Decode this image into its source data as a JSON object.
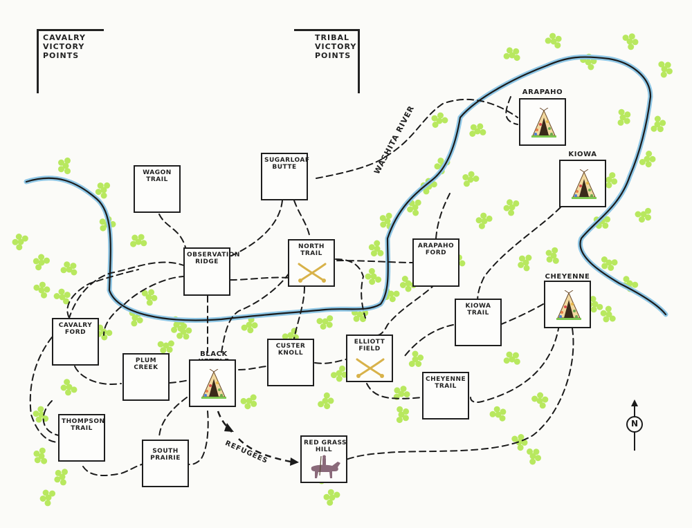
{
  "victory_points": {
    "cavalry": "CAVALRY\nVICTORY\nPOINTS",
    "tribal": "TRIBAL\nVICTORY\nPOINTS"
  },
  "map_labels": {
    "river": "WASHITA RIVER",
    "refugees": "REFUGEES",
    "compass": "N"
  },
  "locations": {
    "wagon_trail": "WAGON\nTRAIL",
    "sugarloaf_butte": "SUGARLOAF\nBUTTE",
    "observation_ridge": "OBSERVATION\nRIDGE",
    "north_trail": "NORTH\nTRAIL",
    "arapaho_ford": "ARAPAHO\nFORD",
    "arapaho": "ARAPAHO",
    "kiowa": "KIOWA",
    "cheyenne": "CHEYENNE",
    "kiowa_trail": "KIOWA\nTRAIL",
    "cavalry_ford": "CAVALRY\nFORD",
    "plum_creek": "PLUM\nCREEK",
    "black_kettle": "BLACK KETTLE",
    "custer_knoll": "CUSTER\nKNOLL",
    "elliott_field": "ELLIOTT\nFIELD",
    "cheyenne_trail": "CHEYENNE\nTRAIL",
    "thompson_trail": "THOMPSON\nTRAIL",
    "south_prairie": "SOUTH\nPRAIRIE",
    "red_grass_hill": "RED GRASS\nHILL"
  },
  "pieces": {
    "tepee": "tepee-icon",
    "sabers": "crossed-sabers-icon",
    "rider": "horse-rider-icon"
  },
  "colors": {
    "river": "#8fc7e6",
    "river_line": "#1b1b1b",
    "bush": "#b8e85f",
    "trail": "#1b1b1b",
    "sabers": "#d8b24a"
  }
}
